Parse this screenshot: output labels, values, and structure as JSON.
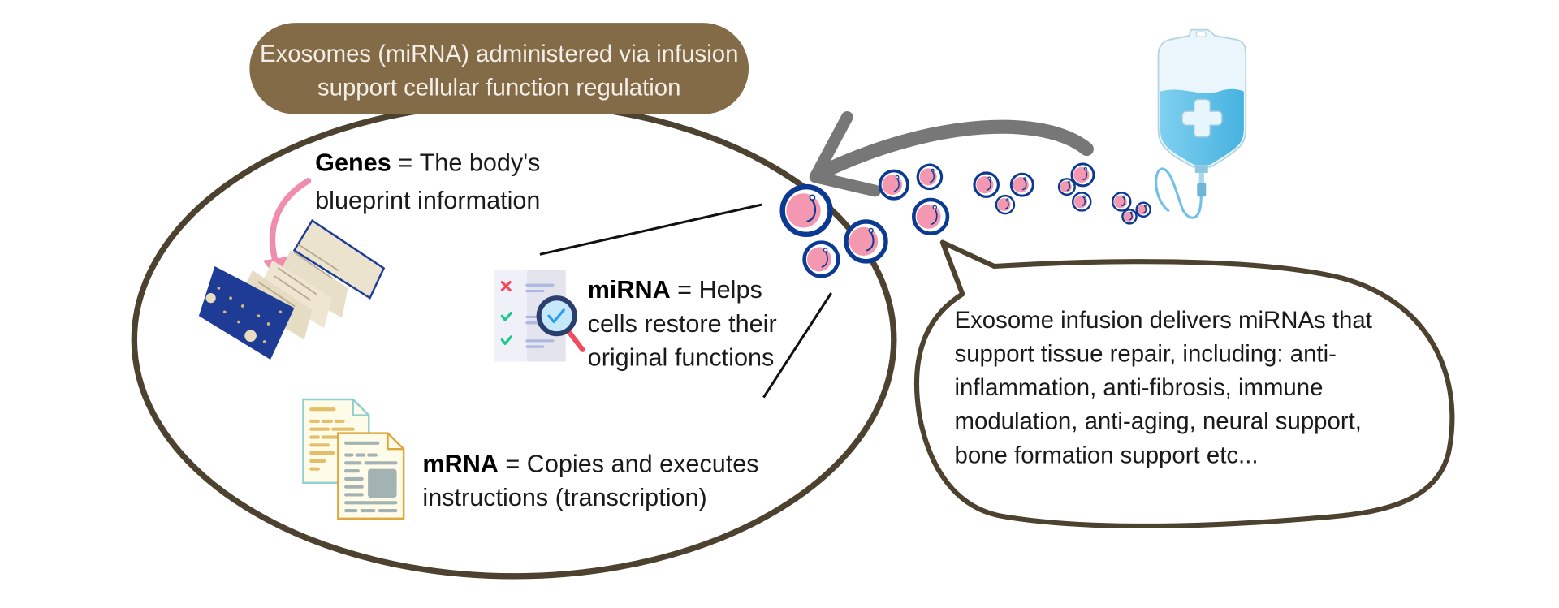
{
  "title_pill": {
    "lines": [
      "Exosomes (miRNA) administered via infusion",
      "support cellular function regulation"
    ],
    "fill_color": "#836b48"
  },
  "cell_container": {
    "outline_color": "#4d4230"
  },
  "genes": {
    "term": "Genes",
    "separator": " = ",
    "line1_rest": "The body's",
    "line2": "blueprint information",
    "icon": "accordion-book-icon",
    "arrow_color": "#f08cac"
  },
  "mirna": {
    "term": "miRNA",
    "separator": " = ",
    "line1_rest": "Helps",
    "line2": "cells restore their",
    "line3": "original functions",
    "icon": "checklist-magnifier-icon"
  },
  "mrna": {
    "term": "mRNA",
    "separator": " = ",
    "line1_rest": "Copies and executes",
    "line2": "instructions (transcription)",
    "icon": "document-copies-icon"
  },
  "speech_bubble": {
    "lines": [
      "Exosome infusion delivers miRNAs that",
      "support tissue repair, including: anti-",
      "inflammation, anti-fibrosis, immune",
      "modulation, anti-aging, neural support,",
      "bone formation support etc..."
    ]
  },
  "infusion": {
    "icon": "iv-bag-icon",
    "liquid_color": "#5ec3ea"
  },
  "exosomes": {
    "icon": "exosome-vesicle-icon",
    "ring_color": "#0b3a93",
    "fill_color": "#f497b0"
  },
  "flow_arrow": {
    "icon": "curved-arrow-left-icon",
    "color": "#777777"
  }
}
